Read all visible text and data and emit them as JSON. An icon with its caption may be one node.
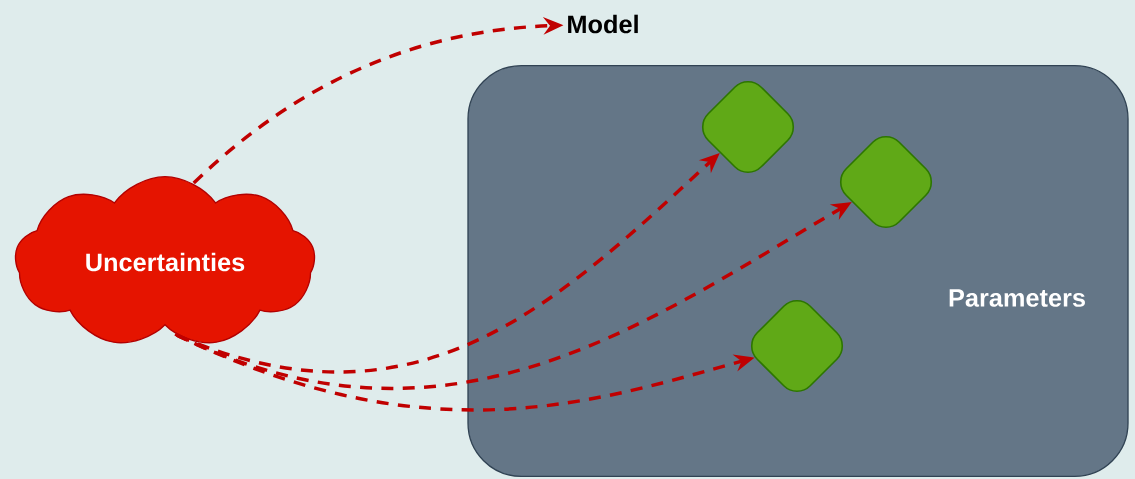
{
  "diagram": {
    "nodes": [
      {
        "text": [
          "Uncertainties"
        ]
      },
      {
        "text": [
          "Model"
        ]
      },
      {
        "text": [
          "Parameters"
        ]
      },
      {
        "text": [],
        "shape": "diamond",
        "in": 2
      },
      {
        "text": [],
        "shape": "diamond",
        "in": 2
      },
      {
        "text": [],
        "shape": "diamond",
        "in": 2
      }
    ],
    "edges": [
      {
        "from": 0,
        "to": 1,
        "arrow": "to",
        "style": "dashed"
      },
      {
        "from": 0,
        "to": 3,
        "arrow": "to",
        "style": "dashed"
      },
      {
        "from": 0,
        "to": 4,
        "arrow": "to",
        "style": "dashed"
      },
      {
        "from": 0,
        "to": 5,
        "arrow": "to",
        "style": "dashed"
      }
    ]
  }
}
